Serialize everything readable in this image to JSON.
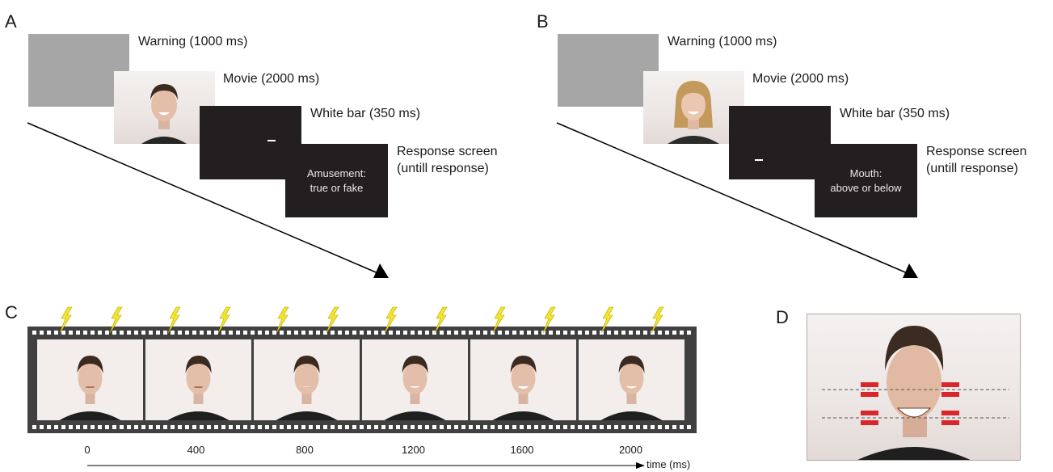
{
  "panel_a": {
    "letter": "A",
    "steps": {
      "warning": "Warning (1000 ms)",
      "movie": "Movie (2000 ms)",
      "white_bar": "White bar (350 ms)",
      "response_line1": "Response screen",
      "response_line2": "(untill response)"
    },
    "response_text_line1": "Amusement:",
    "response_text_line2": "true  or  fake"
  },
  "panel_b": {
    "letter": "B",
    "steps": {
      "warning": "Warning (1000 ms)",
      "movie": "Movie (2000 ms)",
      "white_bar": "White bar (350 ms)",
      "response_line1": "Response screen",
      "response_line2": "(untill response)"
    },
    "response_text_line1": "Mouth:",
    "response_text_line2": "above or below"
  },
  "panel_c": {
    "letter": "C",
    "ticks": [
      "0",
      "400",
      "800",
      "1200",
      "1600",
      "2000"
    ],
    "axis_label": "time (ms)"
  },
  "panel_d": {
    "letter": "D"
  },
  "colors": {
    "grey_screen": "#a6a6a6",
    "black_screen": "#231f20",
    "film_strip": "#404040",
    "lightning": "#f2e52a",
    "marker_red": "#d9262b"
  }
}
